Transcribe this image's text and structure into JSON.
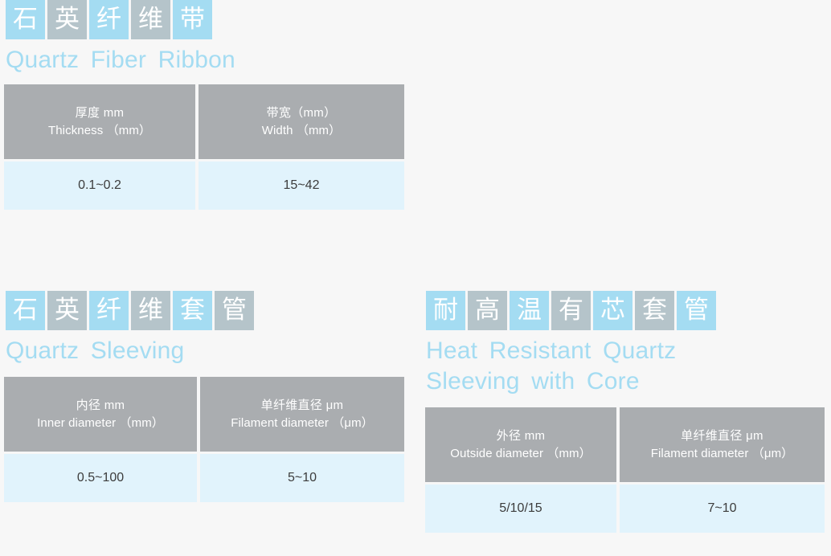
{
  "page": {
    "background_color": "#f7f7f7",
    "accent_blue": "#a4dcf2",
    "accent_gray": "#b5c4ca",
    "table_header_gray": "#aaadb0",
    "table_body_blue": "#e1f3fc"
  },
  "sections": [
    {
      "id": "ribbon",
      "title_cn_chars": [
        "石",
        "英",
        "纤",
        "维",
        "带"
      ],
      "title_en": "Quartz Fiber Ribbon",
      "table": {
        "headers": [
          {
            "cn": "厚度 mm",
            "en": "Thickness （mm）"
          },
          {
            "cn": "带宽（mm）",
            "en": "Width （mm）"
          }
        ],
        "values": [
          "0.1~0.2",
          "15~42"
        ]
      }
    },
    {
      "id": "sleeving",
      "title_cn_chars": [
        "石",
        "英",
        "纤",
        "维",
        "套",
        "管"
      ],
      "title_en": "Quartz Sleeving",
      "table": {
        "headers": [
          {
            "cn": "内径 mm",
            "en": "Inner diameter （mm）"
          },
          {
            "cn": "单纤维直径 μm",
            "en": "Filament diameter （μm）"
          }
        ],
        "values": [
          "0.5~100",
          "5~10"
        ]
      }
    },
    {
      "id": "core",
      "title_cn_chars": [
        "耐",
        "高",
        "温",
        "有",
        "芯",
        "套",
        "管"
      ],
      "title_en": "Heat Resistant Quartz\nSleeving with Core",
      "table": {
        "headers": [
          {
            "cn": "外径 mm",
            "en": "Outside diameter （mm）"
          },
          {
            "cn": "单纤维直径 μm",
            "en": "Filament diameter （μm）"
          }
        ],
        "values": [
          "5/10/15",
          "7~10"
        ]
      }
    }
  ]
}
